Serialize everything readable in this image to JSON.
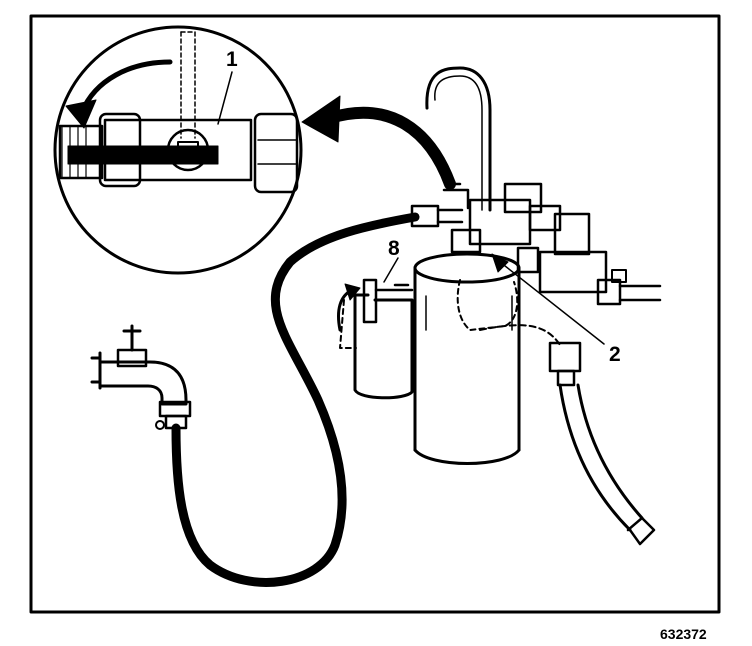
{
  "callouts": {
    "one": "1",
    "eight": "8",
    "two": "2"
  },
  "figure_number": "632372",
  "colors": {
    "ink": "#000000",
    "paper": "#ffffff"
  }
}
